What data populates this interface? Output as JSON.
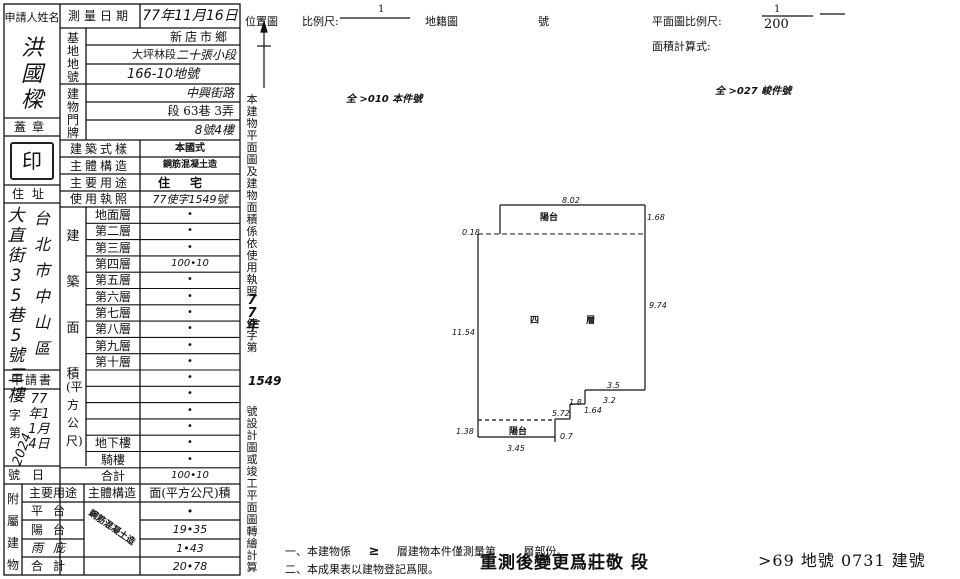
{
  "form": {
    "applicant_label": "申請人姓名",
    "applicant_name": "洪國樑",
    "seal_label": "蓋章",
    "seal_text": "印",
    "address_label": "住址",
    "address_value": "大直街35巷5號三樓",
    "address_value2": "台北市中山區",
    "application_label": "申請書",
    "application_mark": "字第",
    "application_date": "77年11月4日",
    "application_no": "2024",
    "number_label": "號日",
    "survey_date_label": "測量日期",
    "survey_date_value": "77年11月16日",
    "base_label": "基地地號",
    "township": "新店市鄉",
    "section": "大坪林段",
    "subsection": "二十張小段",
    "lot_no": "166-10地號",
    "door_label": "建物門牌",
    "street": "中興街路",
    "lane": "段 63巷 3弄",
    "floor": "8號4樓",
    "style_label": "建築式樣",
    "style_value": "本國式",
    "structure_label": "主體構造",
    "structure_value": "鋼筋混凝土造",
    "use_label": "主要用途",
    "use_value": "住宅",
    "permit_label": "使用執照",
    "permit_value": "77使字1549號",
    "area_group_label": "建築面積",
    "area_unit_label": "(平方公尺)",
    "floors": [
      {
        "name": "地面層",
        "value": "•"
      },
      {
        "name": "第二層",
        "value": "•"
      },
      {
        "name": "第三層",
        "value": "•"
      },
      {
        "name": "第四層",
        "value": "100•10"
      },
      {
        "name": "第五層",
        "value": "•"
      },
      {
        "name": "第六層",
        "value": "•"
      },
      {
        "name": "第七層",
        "value": "•"
      },
      {
        "name": "第八層",
        "value": "•"
      },
      {
        "name": "第九層",
        "value": "•"
      },
      {
        "name": "第十層",
        "value": "•"
      },
      {
        "name": "",
        "value": "•"
      },
      {
        "name": "",
        "value": "•"
      },
      {
        "name": "",
        "value": "•"
      },
      {
        "name": "",
        "value": "•"
      },
      {
        "name": "地下樓",
        "value": "•"
      },
      {
        "name": "騎樓",
        "value": "•"
      },
      {
        "name": "合計",
        "value": "100•10"
      }
    ],
    "annex_label": "附屬建物",
    "annex_header": [
      "主要用途",
      "主體構造",
      "面(平方公尺)積"
    ],
    "annex_structure": "鋼筋混凝土造",
    "annex_rows": [
      {
        "use": "平台",
        "area": "•"
      },
      {
        "use": "陽台",
        "area": "19•35"
      },
      {
        "use": "雨庇",
        "area": "1•43"
      },
      {
        "use": "合計",
        "area": "20•78"
      }
    ]
  },
  "plan": {
    "location_label": "位置圖",
    "scale_label": "比例尺:",
    "scale_value": "1",
    "map_label": "地籍圖",
    "map_no_label": "號",
    "floor_plan_scale_label": "平面圖比例尺:",
    "floor_plan_scale_num": "1",
    "floor_plan_scale_den": "200",
    "area_calc_label": "面積計算式:",
    "ref_left": "全 >010 本件號",
    "ref_right": "全 >027 峻件號",
    "vertical_note_1": "本建物平面圖及建物面積係依使用執照",
    "permit_hand": "77年",
    "permit_hand_2": "1549",
    "vertical_note_2": "使字第",
    "vertical_note_3": "號設計圖或竣工平面圖轉繪計算",
    "room_balcony_top": "陽台",
    "room_main": "四 層",
    "room_balcony_bottom": "陽台",
    "dims": {
      "top": "8.02",
      "right_top": "1.68",
      "right": "9.74",
      "left": "11.54",
      "left_top": "0.18",
      "small_a": "3.5",
      "small_b": "1.8",
      "small_c": "5.72",
      "small_d": "3.2",
      "small_e": "1.64",
      "bottom": "3.45",
      "left_bottom": "1.38",
      "bottom_right": "0.7"
    },
    "footnote_1_pre": "一、本建物係",
    "footnote_1_mid": "層建物本件僅測量第",
    "footnote_1_post": "層部份。",
    "footnote_1_hand": "≥",
    "footnote_2_pre": "二、本成果表以建物登記爲限。",
    "footnote_2_hand": "重測後變更爲莊敬 段",
    "footnote_2_lot": ">69 地號 0731 建號"
  }
}
